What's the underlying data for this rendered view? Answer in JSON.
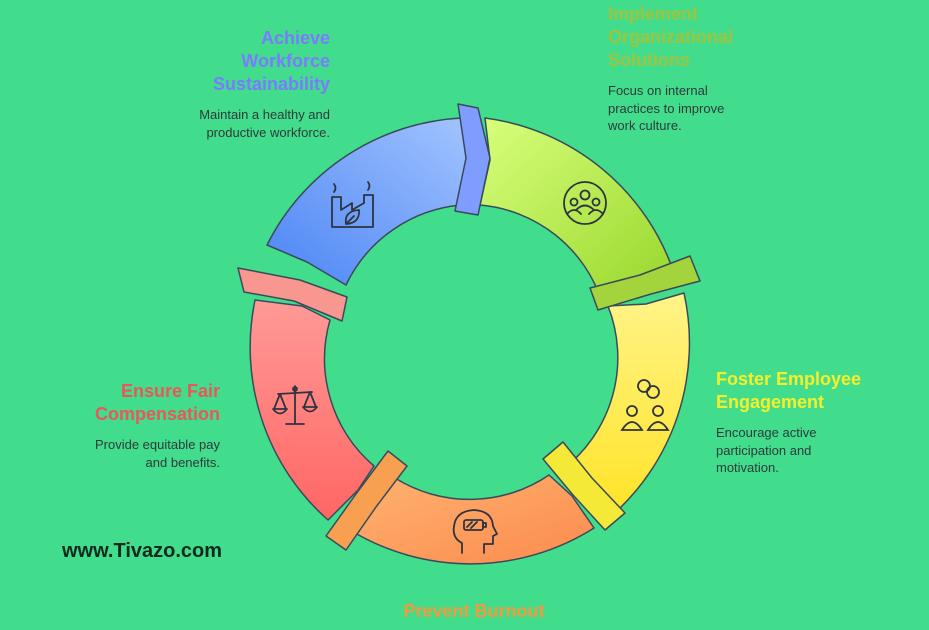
{
  "colors": {
    "background": "#42dc8d",
    "sustainability": "#7b7bff",
    "organizational": "#9ec43f",
    "engagement": "#f5ef2a",
    "burnout": "#f29a3c",
    "compensation": "#e8575a"
  },
  "steps": [
    {
      "id": "sustainability",
      "title": "Achieve\nWorkforce\nSustainability",
      "description": "Maintain a healthy and\nproductive workforce.",
      "icon": "factory-leaf-icon"
    },
    {
      "id": "organizational",
      "title": "Implement\nOrganizational\nSolutions",
      "description": "Focus on internal\npractices to improve\nwork culture.",
      "icon": "group-people-icon"
    },
    {
      "id": "engagement",
      "title": "Foster Employee\nEngagement",
      "description": "Encourage active\nparticipation and\nmotivation.",
      "icon": "linked-people-icon"
    },
    {
      "id": "burnout",
      "title": "Prevent Burnout",
      "icon": "head-battery-icon"
    },
    {
      "id": "compensation",
      "title": "Ensure Fair\nCompensation",
      "description": "Provide equitable pay\nand benefits.",
      "icon": "balance-scale-icon"
    }
  ],
  "website": "www.Tivazo.com"
}
